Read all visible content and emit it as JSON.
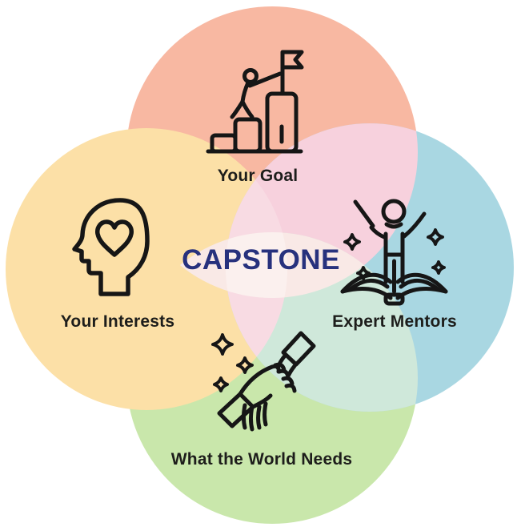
{
  "background_color": "#ffffff",
  "title": {
    "text": "CAPSTONE",
    "color": "#27317d"
  },
  "labels_color": "#1d1d1b",
  "venn": {
    "circles": [
      {
        "position": "top",
        "label": "Your Goal",
        "color": "#f8b8a2",
        "icon": "person-climbing-steps-with-flag"
      },
      {
        "position": "left",
        "label": "Your Interests",
        "color": "#fce0a7",
        "icon": "head-profile-with-heart"
      },
      {
        "position": "right",
        "label": "Expert Mentors",
        "color": "#a9d7e2",
        "icon": "mentor-on-open-book-with-sparkles"
      },
      {
        "position": "bottom",
        "label": "What the World Needs",
        "color": "#c9e7ab",
        "icon": "clasped-helping-hands-with-sparkles"
      }
    ],
    "overlaps": {
      "top_right_lens": "#f7d1dd",
      "bottom_right_lens": "#cfe8da",
      "left_right_lens": "#f8dbe3",
      "top_bottom_lens": "#f9e9e6",
      "center": "#fbf0ee"
    },
    "icon_stroke": "#161616"
  }
}
